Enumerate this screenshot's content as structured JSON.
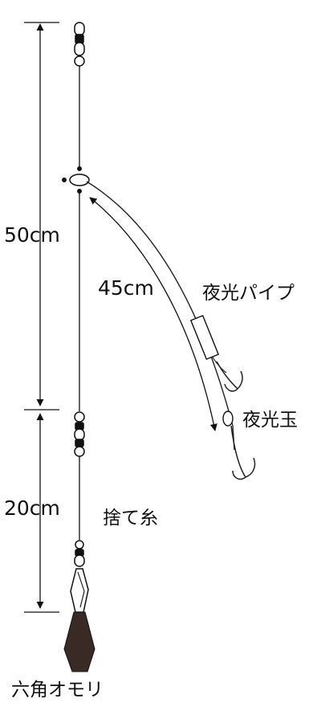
{
  "labels": {
    "dim_upper": "50cm",
    "dim_lower": "20cm",
    "branch_length": "45cm",
    "glow_pipe": "夜光パイプ",
    "glow_bead": "夜光玉",
    "drop_line": "捨て糸",
    "sinker": "六角オモリ"
  },
  "colors": {
    "line": "#111111",
    "sinker_fill": "#3a2a26",
    "background": "#ffffff"
  }
}
